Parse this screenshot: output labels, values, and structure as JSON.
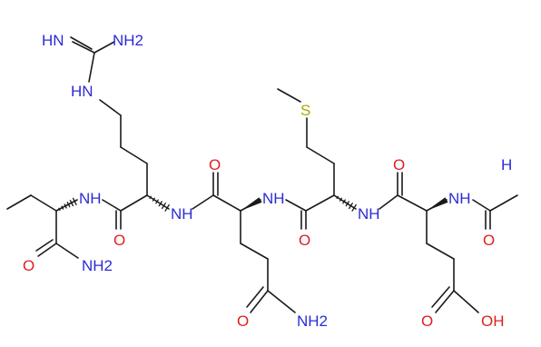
{
  "colors": {
    "bond": "#1a1a1a",
    "nitrogen": "#2b2bd6",
    "oxygen": "#e01e1e",
    "sulfur": "#a8a800",
    "background": "#ffffff"
  },
  "atoms": {
    "guanidine_nh": "HN",
    "guanidine_nh2": "NH2",
    "arg_side_nh": "HN",
    "sulfur": "S",
    "stray_h": "H",
    "abu_nh": "NH",
    "arg_nh": "NH",
    "gln_nh": "NH",
    "met_nh": "NH",
    "glu_nh": "NH",
    "c_term_o": "O",
    "c_term_nh2": "NH2",
    "abu_arg_o": "O",
    "arg_gln_o": "O",
    "gln_met_o": "O",
    "met_glu_o": "O",
    "acetyl_o": "O",
    "gln_side_o": "O",
    "gln_side_nh2": "NH2",
    "glu_side_o": "O",
    "glu_side_oh": "OH"
  }
}
